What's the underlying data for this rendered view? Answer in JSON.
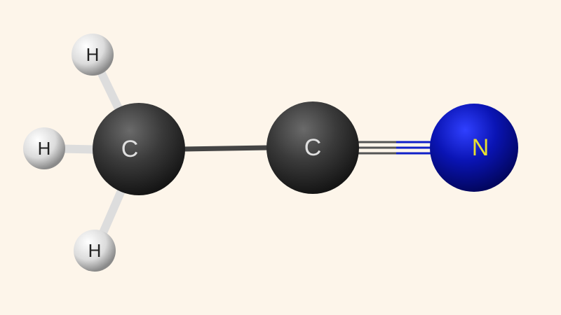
{
  "molecule": {
    "atoms": [
      {
        "id": "H1",
        "label": "H",
        "element": "hydrogen"
      },
      {
        "id": "H2",
        "label": "H",
        "element": "hydrogen"
      },
      {
        "id": "H3",
        "label": "H",
        "element": "hydrogen"
      },
      {
        "id": "C1",
        "label": "C",
        "element": "carbon"
      },
      {
        "id": "C2",
        "label": "C",
        "element": "carbon"
      },
      {
        "id": "N",
        "label": "N",
        "element": "nitrogen"
      }
    ],
    "bonds": [
      {
        "from": "C1",
        "to": "H1",
        "order": 1
      },
      {
        "from": "C1",
        "to": "H2",
        "order": 1
      },
      {
        "from": "C1",
        "to": "H3",
        "order": 1
      },
      {
        "from": "C1",
        "to": "C2",
        "order": 1
      },
      {
        "from": "C2",
        "to": "N",
        "order": 3
      }
    ]
  },
  "colors": {
    "background": "#fdf5ea",
    "hydrogen": "#e8e8e8",
    "carbon": "#3a3a3a",
    "nitrogen": "#0a14b4",
    "carbon_label": "#e0e0e0",
    "nitrogen_label": "#e8e030",
    "hydrogen_label": "#222222"
  }
}
